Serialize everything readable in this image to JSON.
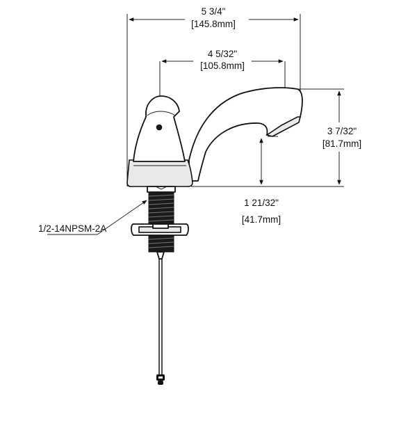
{
  "dimensions": {
    "overall_width": {
      "imperial": "5 3/4\"",
      "metric": "[145.8mm]"
    },
    "spout_reach": {
      "imperial": "4 5/32\"",
      "metric": "[105.8mm]"
    },
    "spout_height": {
      "imperial": "3 7/32\"",
      "metric": "[81.7mm]"
    },
    "outlet_height": {
      "imperial": "1 21/32\"",
      "metric": "[41.7mm]"
    }
  },
  "thread_callout": "1/2-14NPSM-2A",
  "colors": {
    "line": "#111111",
    "fill": "#ffffff",
    "shade": "#e9e9e9"
  }
}
